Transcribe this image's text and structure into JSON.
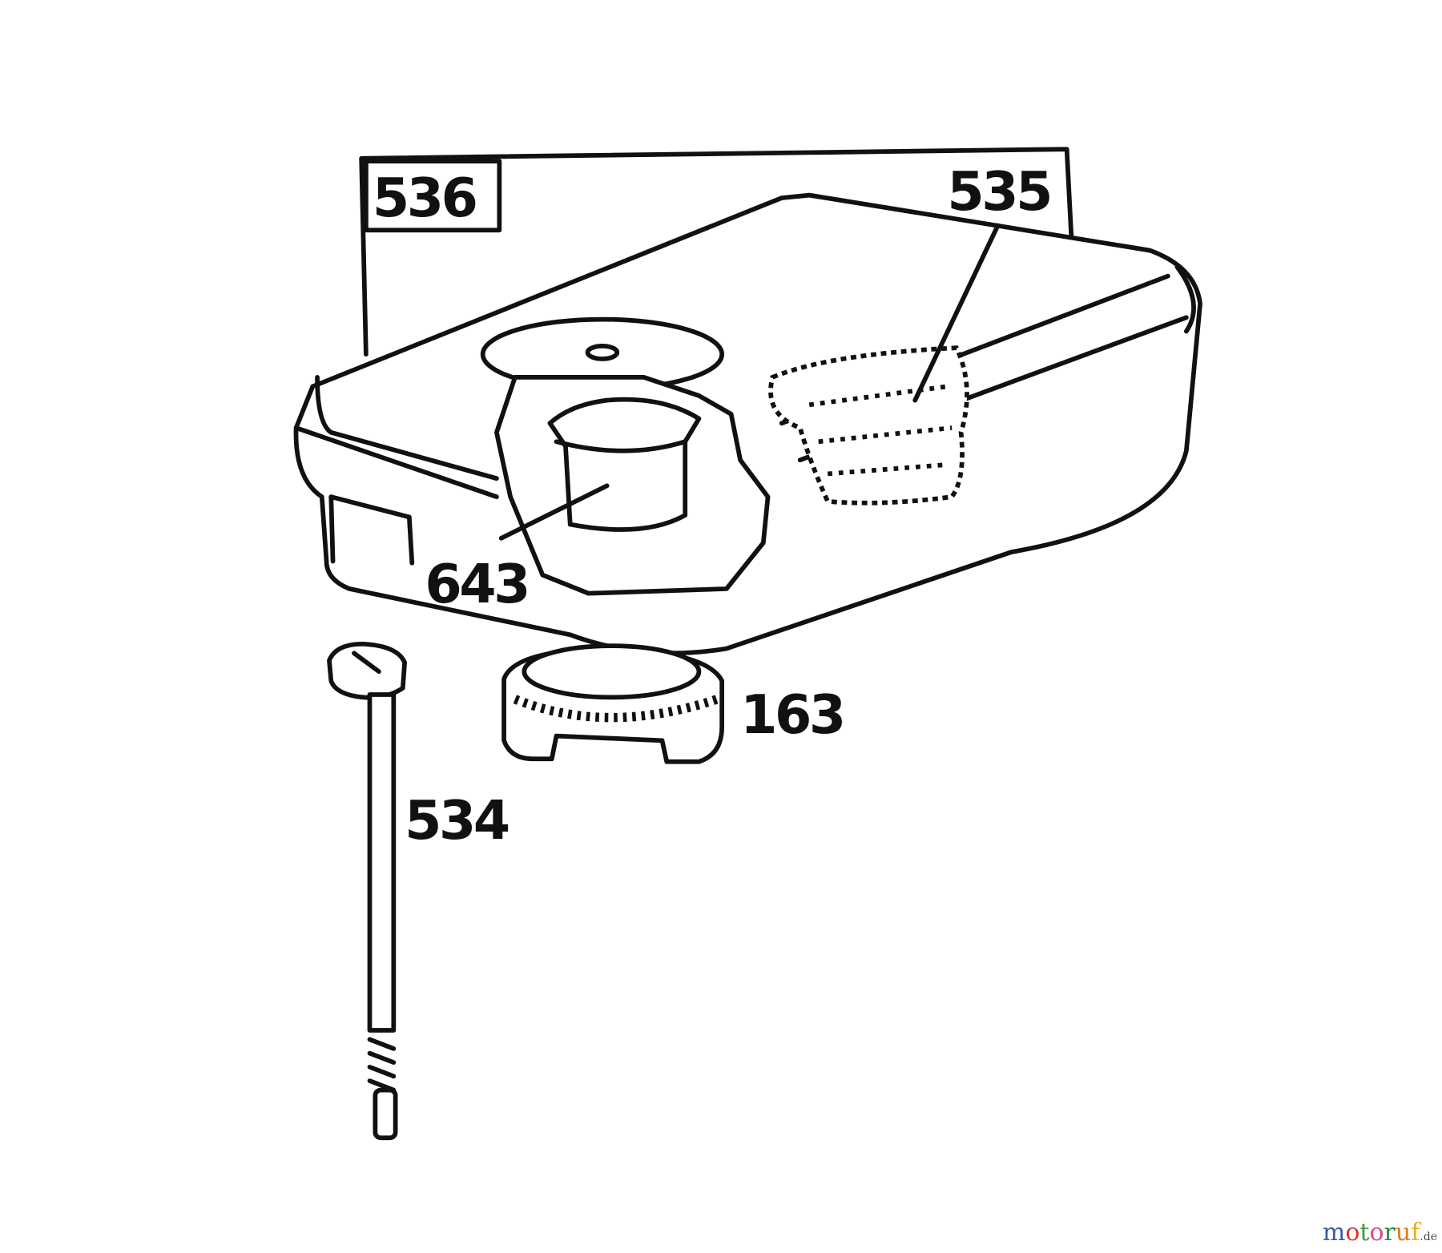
{
  "parts": [
    {
      "number": "536"
    },
    {
      "number": "535"
    },
    {
      "number": "643"
    },
    {
      "number": "163"
    },
    {
      "number": "534"
    }
  ],
  "watermark": {
    "text": "motoruf",
    "suffix": ".de",
    "colors": [
      "#3b5ba8",
      "#d23a2a",
      "#3a9a3a",
      "#e0458f",
      "#2a8a3a",
      "#e07a20",
      "#e0b020"
    ]
  }
}
